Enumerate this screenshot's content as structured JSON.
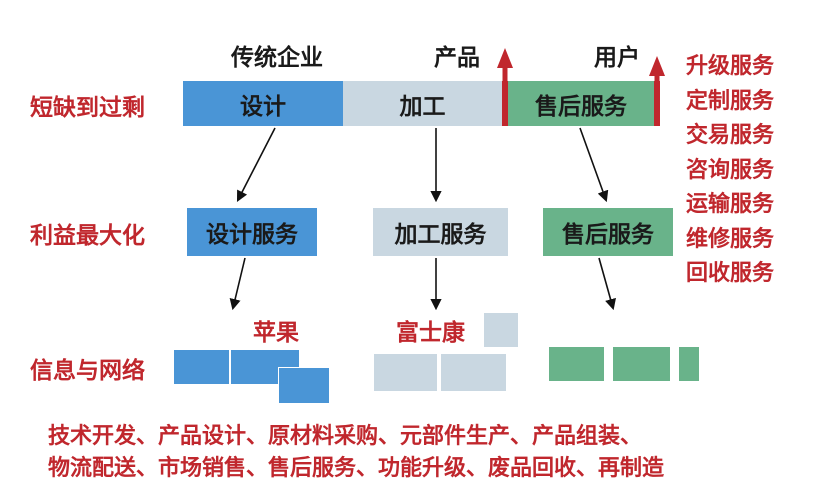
{
  "headers": {
    "traditional": "传统企业",
    "product": "产品",
    "user": "用户"
  },
  "rows": {
    "row1": "短缺到过剩",
    "row2": "利益最大化",
    "row3": "信息与网络"
  },
  "stage1": {
    "design": "设计",
    "process": "加工",
    "after_sales": "售后服务"
  },
  "stage2": {
    "design_service": "设计服务",
    "process_service": "加工服务",
    "after_sales_service": "售后服务"
  },
  "companies": {
    "apple": "苹果",
    "foxconn": "富士康"
  },
  "services": [
    "升级服务",
    "定制服务",
    "交易服务",
    "咨询服务",
    "运输服务",
    "维修服务",
    "回收服务"
  ],
  "bottom": {
    "line1": "技术开发、产品设计、原材料采购、元部件生产、产品组装、",
    "line2": "物流配送、市场销售、售后服务、功能升级、废品回收、再制造"
  },
  "colors": {
    "blue": "#4a95d6",
    "gray": "#c9d7e1",
    "green": "#69b38a",
    "red": "#c0272d"
  }
}
